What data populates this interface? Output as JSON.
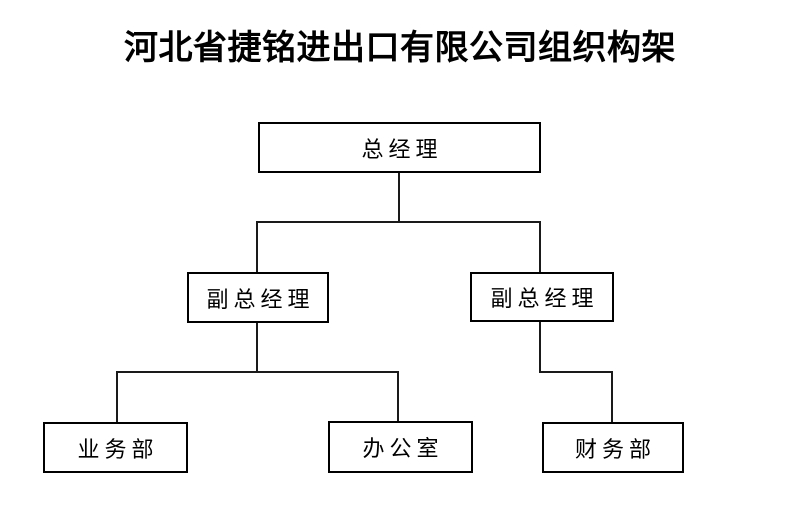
{
  "title": "河北省捷铭进出口有限公司组织构架",
  "diagram": {
    "type": "org-chart",
    "nodes": [
      {
        "id": "general-manager",
        "label": "总经理",
        "level": 1,
        "parent": null
      },
      {
        "id": "deputy-gm-left",
        "label": "副总经理",
        "level": 2,
        "parent": "general-manager"
      },
      {
        "id": "deputy-gm-right",
        "label": "副总经理",
        "level": 2,
        "parent": "general-manager"
      },
      {
        "id": "business-department",
        "label": "业务部",
        "level": 3,
        "parent": "deputy-gm-left"
      },
      {
        "id": "office",
        "label": "办公室",
        "level": 3,
        "parent": "deputy-gm-left"
      },
      {
        "id": "finance-department",
        "label": "财务部",
        "level": 3,
        "parent": "deputy-gm-right"
      }
    ],
    "edges": [
      [
        "general-manager",
        "deputy-gm-left"
      ],
      [
        "general-manager",
        "deputy-gm-right"
      ],
      [
        "deputy-gm-left",
        "business-department"
      ],
      [
        "deputy-gm-left",
        "office"
      ],
      [
        "deputy-gm-right",
        "finance-department"
      ]
    ]
  },
  "colors": {
    "background": "#ffffff",
    "text": "#000000",
    "box_border": "#000000",
    "connector": "#1a1a1a"
  }
}
